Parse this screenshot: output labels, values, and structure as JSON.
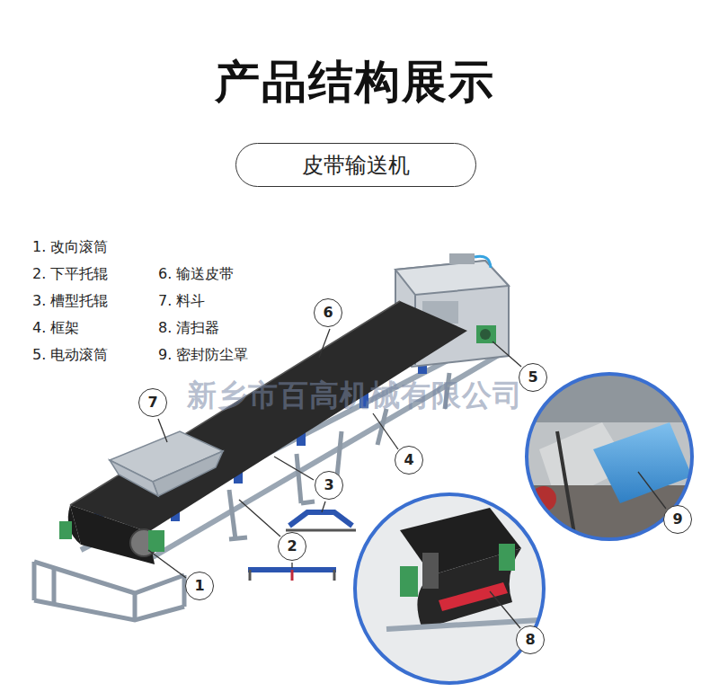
{
  "diagram": {
    "title": "产品结构展示",
    "nodes": [
      {
        "text": [
          "皮带输送机"
        ]
      }
    ],
    "labels": [
      "1. 改向滚筒",
      "2. 下平托辊",
      "3. 槽型托辊",
      "4. 框架",
      "5. 电动滚筒",
      "6. 输送皮带",
      "7. 料斗",
      "8. 清扫器",
      "9. 密封防尘罩",
      "6",
      "5",
      "7",
      "4",
      "3",
      "2",
      "1",
      "9",
      "8",
      "新乡市百高机械有限公司"
    ]
  }
}
